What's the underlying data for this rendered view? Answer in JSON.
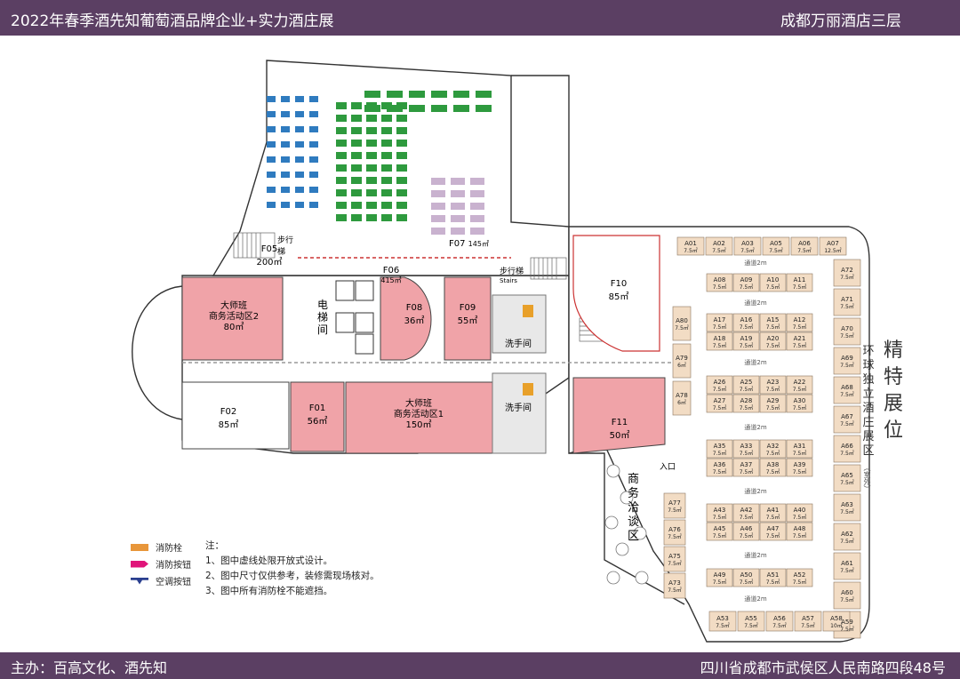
{
  "header": {
    "title_left": "2022年春季酒先知葡萄酒品牌企业+实力酒庄展",
    "title_right": "成都万丽酒店三层"
  },
  "footer": {
    "organizer": "主办：百高文化、酒先知",
    "address": "四川省成都市武侯区人民南路四段48号"
  },
  "legend": [
    {
      "label": "消防栓",
      "color": "#e8963a"
    },
    {
      "label": "消防按钮",
      "color": "#e0157a"
    },
    {
      "label": "空调按钮",
      "color": "#2a3f8f"
    }
  ],
  "notes": {
    "title": "注：",
    "items": [
      "1、图中虚线处限开放式设计。",
      "2、图中尺寸仅供参考，装修需现场核对。",
      "3、图中所有消防栓不能遮挡。"
    ]
  },
  "zones": {
    "special": "精特展位",
    "special_sub": "环球独立酒庄展区",
    "special_sub2": "（室外）",
    "business": "商务洽谈区",
    "entrance": "入口",
    "elevator": "电梯间",
    "stairs1": "步行梯",
    "stairs2": "步行梯",
    "stairs_en": "Stairs",
    "restroom1": "洗手间",
    "restroom2": "洗手间",
    "aisle": "通道2m"
  },
  "rooms": [
    {
      "id": "F05",
      "name": "",
      "area": "200㎡"
    },
    {
      "id": "F06",
      "name": "",
      "area": "415㎡"
    },
    {
      "id": "F07",
      "name": "",
      "area": "145㎡"
    },
    {
      "id": "大师班",
      "name": "商务活动区2",
      "area": "80㎡"
    },
    {
      "id": "F08",
      "name": "",
      "area": "36㎡"
    },
    {
      "id": "F09",
      "name": "",
      "area": "55㎡"
    },
    {
      "id": "F10",
      "name": "",
      "area": "85㎡"
    },
    {
      "id": "F02",
      "name": "",
      "area": "85㎡"
    },
    {
      "id": "F01",
      "name": "",
      "area": "56㎡"
    },
    {
      "id": "大师班",
      "name": "商务活动区1",
      "area": "150㎡"
    },
    {
      "id": "F11",
      "name": "",
      "area": "50㎡"
    }
  ],
  "booths": {
    "top_row": [
      {
        "id": "A01",
        "area": "7.5㎡"
      },
      {
        "id": "A02",
        "area": "7.5㎡"
      },
      {
        "id": "A03",
        "area": "7.5㎡"
      },
      {
        "id": "A05",
        "area": "7.5㎡"
      },
      {
        "id": "A06",
        "area": "7.5㎡"
      },
      {
        "id": "A07",
        "area": "12.5㎡"
      }
    ],
    "right_col": [
      {
        "id": "A72",
        "area": "7.5㎡"
      },
      {
        "id": "A71",
        "area": "7.5㎡"
      },
      {
        "id": "A70",
        "area": "7.5㎡"
      },
      {
        "id": "A69",
        "area": "7.5㎡"
      },
      {
        "id": "A68",
        "area": "7.5㎡"
      },
      {
        "id": "A67",
        "area": "7.5㎡"
      },
      {
        "id": "A66",
        "area": "7.5㎡"
      },
      {
        "id": "A65",
        "area": "7.5㎡"
      },
      {
        "id": "A63",
        "area": "7.5㎡"
      },
      {
        "id": "A62",
        "area": "7.5㎡"
      },
      {
        "id": "A61",
        "area": "7.5㎡"
      },
      {
        "id": "A60",
        "area": "7.5㎡"
      },
      {
        "id": "A59",
        "area": "7.5㎡"
      }
    ],
    "bottom_row": [
      {
        "id": "A53",
        "area": "7.5㎡"
      },
      {
        "id": "A55",
        "area": "7.5㎡"
      },
      {
        "id": "A56",
        "area": "7.5㎡"
      },
      {
        "id": "A57",
        "area": "7.5㎡"
      },
      {
        "id": "A58",
        "area": "10㎡"
      }
    ],
    "left_col_upper": [
      {
        "id": "A80",
        "area": "7.5㎡"
      },
      {
        "id": "A79",
        "area": "6㎡"
      },
      {
        "id": "A78",
        "area": "6㎡"
      }
    ],
    "left_col_lower": [
      {
        "id": "A77",
        "area": "7.5㎡"
      },
      {
        "id": "A76",
        "area": "7.5㎡"
      },
      {
        "id": "A75",
        "area": "7.5㎡"
      },
      {
        "id": "A73",
        "area": "7.5㎡"
      }
    ],
    "islands": [
      {
        "top": [
          [
            "A08",
            "7.5㎡"
          ],
          [
            "A09",
            "7.5㎡"
          ],
          [
            "A10",
            "7.5㎡"
          ],
          [
            "A11",
            "7.5㎡"
          ]
        ],
        "bottom": []
      },
      {
        "top": [
          [
            "A17",
            "7.5㎡"
          ],
          [
            "A16",
            "7.5㎡"
          ],
          [
            "A15",
            "7.5㎡"
          ],
          [
            "A12",
            "7.5㎡"
          ]
        ],
        "bottom": [
          [
            "A18",
            "7.5㎡"
          ],
          [
            "A19",
            "7.5㎡"
          ],
          [
            "A20",
            "7.5㎡"
          ],
          [
            "A21",
            "7.5㎡"
          ]
        ]
      },
      {
        "top": [
          [
            "A26",
            "7.5㎡"
          ],
          [
            "A25",
            "7.5㎡"
          ],
          [
            "A23",
            "7.5㎡"
          ],
          [
            "A22",
            "7.5㎡"
          ]
        ],
        "bottom": [
          [
            "A27",
            "7.5㎡"
          ],
          [
            "A28",
            "7.5㎡"
          ],
          [
            "A29",
            "7.5㎡"
          ],
          [
            "A30",
            "7.5㎡"
          ]
        ]
      },
      {
        "top": [
          [
            "A35",
            "7.5㎡"
          ],
          [
            "A33",
            "7.5㎡"
          ],
          [
            "A32",
            "7.5㎡"
          ],
          [
            "A31",
            "7.5㎡"
          ]
        ],
        "bottom": [
          [
            "A36",
            "7.5㎡"
          ],
          [
            "A37",
            "7.5㎡"
          ],
          [
            "A38",
            "7.5㎡"
          ],
          [
            "A39",
            "7.5㎡"
          ]
        ]
      },
      {
        "top": [
          [
            "A43",
            "7.5㎡"
          ],
          [
            "A42",
            "7.5㎡"
          ],
          [
            "A41",
            "7.5㎡"
          ],
          [
            "A40",
            "7.5㎡"
          ]
        ],
        "bottom": [
          [
            "A45",
            "7.5㎡"
          ],
          [
            "A46",
            "7.5㎡"
          ],
          [
            "A47",
            "7.5㎡"
          ],
          [
            "A48",
            "7.5㎡"
          ]
        ]
      },
      {
        "top": [
          [
            "A49",
            "7.5㎡"
          ],
          [
            "A50",
            "7.5㎡"
          ],
          [
            "A51",
            "7.5㎡"
          ],
          [
            "A52",
            "7.5㎡"
          ]
        ],
        "bottom": []
      }
    ]
  },
  "colors": {
    "header_bg": "#5b3f63",
    "room_pink": "#f0a3a8",
    "booth": "#f2dcc4",
    "table_green": "#2e9a3e",
    "table_blue": "#2f7bbf",
    "table_lilac": "#c9b2cf"
  }
}
